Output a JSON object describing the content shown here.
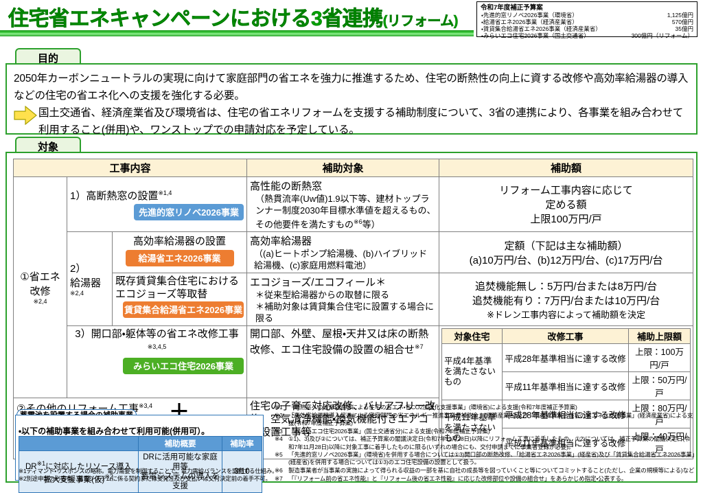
{
  "title": {
    "main": "住宅省エネキャンペーンにおける3省連携",
    "paren": "(リフォーム)",
    "color": "#00a000"
  },
  "budget": {
    "heading": "令和7年度補正予算案",
    "rows": [
      {
        "label": "・先進的窓リノベ2026事業（環境省）",
        "amount": "1,125億円"
      },
      {
        "label": "・給湯省エネ2026事業（経済産業省）",
        "amount": "570億円"
      },
      {
        "label": "・賃貸集合給湯省エネ2026事業（経済産業省）",
        "amount": "35億円"
      },
      {
        "label": "・みらいエコ住宅2026事業（国土交通省）",
        "amount": "300億円（リフォーム）"
      }
    ]
  },
  "purpose": {
    "tab_label": "目的",
    "paragraph1": "2050年カーボンニュートラルの実現に向けて家庭部門の省エネを強力に推進するため、住宅の断熱性の向上に資する改修や高効率給湯器の導入などの住宅の省エネ化への支援を強化する必要。",
    "paragraph2": "国土交通省、経済産業省及び環境省は、住宅の省エネリフォームを支援する補助制度について、3省の連携により、各事業を組み合わせて利用すること(併用)や、ワンストップでの申請対応を予定している。"
  },
  "target": {
    "tab_label": "対象",
    "headers": {
      "col_work": "工事内容",
      "col_subject": "補助対象",
      "col_amount": "補助額"
    },
    "group1_label_line1": "①省エネ",
    "group1_label_line2": "改修",
    "group1_label_note": "※2,4",
    "rows": [
      {
        "work_title": "1）高断熱窓の設置",
        "work_note": "※1,4",
        "badge": "先進的窓リノベ2026事業",
        "badge_color": "#5b9bd5",
        "subject_title": "高性能の断熱窓",
        "subject_detail": "（熱貫流率(Uw値)1.9以下等、建材トップランナー制度2030年目標水準値を超えるもの、その他要件を満たすもの",
        "subject_detail_note": "※6",
        "subject_detail_tail": "等）",
        "amount_lines": [
          "リフォーム工事内容に応じて",
          "定める額",
          "上限100万円/戸"
        ]
      },
      {
        "group_no": "2）",
        "group_name": "給湯器",
        "group_note": "※2,4",
        "work_title": "高効率給湯器の設置",
        "badge": "給湯省エネ2026事業",
        "badge_color": "#ed7d31",
        "subject_title": "高効率給湯器",
        "subject_detail": "（(a)ヒートポンプ給湯機、(b)ハイブリッド給湯機、(c)家庭用燃料電池）",
        "amount_lines": [
          "定額（下記は主な補助額）",
          "(a)10万円/台、(b)12万円/台、(c)17万円/台"
        ]
      },
      {
        "work_title": "既存賃貸集合住宅におけるエコジョーズ等取替",
        "badge": "賃貸集合給湯省エネ2026事業",
        "badge_color": "#ed7d31",
        "subject_title": "エコジョーズ/エコフィール＊",
        "subject_detail": "＊従来型給湯器からの取替に限る\n＊補助対象は賃貸集合住宅に設置する場合に限る",
        "amount_lines": [
          "追焚機能無し：5万円/台または8万円/台",
          "追焚機能有り：7万円/台または10万円/台",
          "※ドレン工事内容によって補助額を決定"
        ]
      },
      {
        "work_title": "3）開口部・躯体等の省エネ改修工事",
        "work_note": "※3,4,5",
        "badge": "みらいエコ住宅2026事業",
        "badge_color": "#4caf24",
        "subject_title": "開口部、外壁、屋根・天井又は床の断熱改修、エコ住宅設備の設置の組合せ",
        "subject_note": "※7"
      },
      {
        "work_title": "②その他のリフォーム工事",
        "work_note": "※3,4",
        "work_sub": "（① 3)の工事を行った場合に限る)",
        "subject_title": "住宅の子育て対応改修、バリアフリー改修、空気清浄機能・換気機能付きエアコン設置工事等"
      }
    ],
    "sub_table": {
      "headers": [
        "対象住宅",
        "改修工事",
        "補助上限額"
      ],
      "rows": [
        {
          "house": "平成4年基準を満たさないもの",
          "work": "平成28年基準相当に達する改修",
          "cap": "上限：100万円/戸"
        },
        {
          "house": "",
          "work": "平成11年基準相当に達する改修",
          "cap": "上限：50万円/戸"
        },
        {
          "house": "平成11年基準を満たさないもの",
          "work": "平成28年基準相当に達する改修",
          "cap": "上限：80万円/戸"
        },
        {
          "house": "",
          "work": "平成11年基準相当に達する改修",
          "cap": "上限：40万円/戸"
        }
      ]
    }
  },
  "plus_sign": "＋",
  "battery": {
    "tab_label": "蓄電池を設置する場合の補助事業",
    "lead": "・以下の補助事業を組み合わせて利用可能(併用可）。",
    "headers": [
      "",
      "補助概要",
      "補助率"
    ],
    "row": {
      "name": "DR※1に対応したリソース導入拡大支援事業(仮)※2",
      "name_line1": "DR",
      "name_note1": "※1",
      "name_line1b": "に対応したリソース導入",
      "name_line2": "拡大支援事業(仮)",
      "name_note2": "※2",
      "overview_line1": "DRに活用可能な家庭用等",
      "overview_line2": "蓄電システムの導入を支援",
      "rate": "3/10"
    },
    "notes": [
      "※1ディマンド・リスポンスの略称。電力需要を制御することで、電力需給バランスを調整する仕組み。",
      "※2別途申請の必要有。蓄電システムに係る契約または受発注及び支払いは交付決定前の着手不可。"
    ]
  },
  "footnotes": [
    {
      "key": "※1",
      "text": "「断熱窓への改修促進等による住宅の省エネ・省CO2加速化支援事業」(環境省)による支援(令和7年度補正予算案)"
    },
    {
      "key": "※2",
      "text": "「高効率給湯器導入促進による家庭部門の省エネルギー推進事業費補助金」(経済産業省)及び「既存賃貸集合住宅の省エネ化支援事業」(経済産業省)による支援(令和7年度補正予算案)"
    },
    {
      "key": "※3",
      "text": "「みらいエコ住宅2026事業」(国土交通省分)による支援(令和7年度補正予算案)"
    },
    {
      "key": "※4",
      "text": "①1)、3)及び②については、補正予算案の閣議決定日(令和7年11月28日)以降にリフォーム工事に着手したもの、①2)については、補正予算案の閣議決定日(令和7年11月28日)以降に対象工事に着手したものに限る(いずれの場合にも、交付申請までに事業者登録が必要)。"
    },
    {
      "key": "※5",
      "text": "「先進的窓リノベ2026事業」(環境省)を併用する場合については①3)開口部の断熱改修、「給湯省エネ2026事業」(経産省)及び「賃貸集合給湯省エネ2026事業」(経産省)を併用する場合については①3)のエコ住宅設備の設置として扱う。"
    },
    {
      "key": "※6",
      "text": "製造事業者が当事業の実施によって得られる収益の一部を基に自社の成長等を図っていくこと等についてコミットすること(ただし、企業の規模等による)など"
    },
    {
      "key": "※7",
      "text": "「『リフォーム前の省エネ性能』と『リフォーム後の省エネ性能』に応じた改修部位や設備の組合せ」をあらかじめ指定・公表する。"
    }
  ]
}
